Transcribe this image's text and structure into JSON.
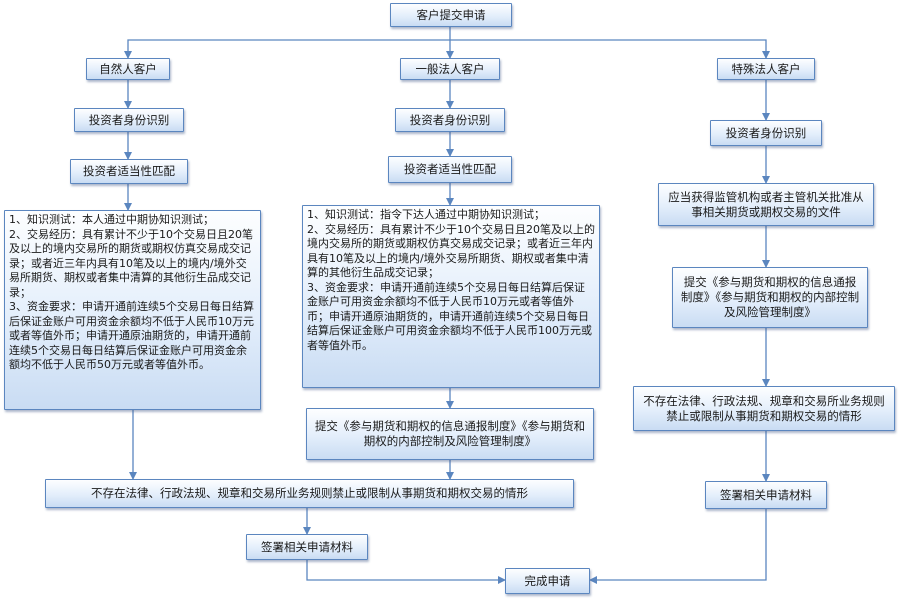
{
  "nodes": {
    "start": "客户提交申请",
    "natural": "自然人客户",
    "general": "一般法人客户",
    "special": "特殊法人客户",
    "nat_identify": "投资者身份识别",
    "gen_identify": "投资者身份识别",
    "spe_identify": "投资者身份识别",
    "nat_match": "投资者适当性匹配",
    "gen_match": "投资者适当性匹配",
    "spe_approval": "应当获得监管机构或者主管机关批准从事相关期货或期权交易的文件",
    "nat_requirements": "1、知识测试：本人通过中期协知识测试；\n2、交易经历：具有累计不少于10个交易日且20笔及以上的境内交易所的期货或期权仿真交易成交记录；或者近三年内具有10笔及以上的境内/境外交易所期货、期权或者集中清算的其他衍生品成交记录；\n3、资金要求：申请开通前连续5个交易日每日结算后保证金账户可用资金余额均不低于人民币10万元或者等值外币；申请开通原油期货的，申请开通前连续5个交易日每日结算后保证金账户可用资金余额均不低于人民币50万元或者等值外币。",
    "gen_requirements": "1、知识测试：指令下达人通过中期协知识测试；\n2、交易经历：具有累计不少于10个交易日且20笔及以上的境内交易所的期货或期权仿真交易成交记录；或者近三年内具有10笔及以上的境内/境外交易所期货、期权或者集中清算的其他衍生品成交记录；\n3、资金要求：申请开通前连续5个交易日每日结算后保证金账户可用资金余额均不低于人民币10万元或者等值外币；申请开通原油期货的，申请开通前连续5个交易日每日结算后保证金账户可用资金余额均不低于人民币100万元或者等值外币。",
    "gen_system": "提交《参与期货和期权的信息通报制度》《参与期货和期权的内部控制及风险管理制度》",
    "spe_system": "提交《参与期货和期权的信息通报制度》《参与期货和期权的内部控制及风险管理制度》",
    "common_no_prohibit": "不存在法律、行政法规、规章和交易所业务规则禁止或限制从事期货和期权交易的情形",
    "spe_no_prohibit": "不存在法律、行政法规、规章和交易所业务规则禁止或限制从事期货和期权交易的情形",
    "common_sign": "签署相关申请材料",
    "spe_sign": "签署相关申请材料",
    "finish": "完成申请"
  },
  "colors": {
    "border": "#5b86bf",
    "arrow": "#5b86bf",
    "fill_top": "#fdfeff",
    "fill_bottom": "#c9dcf3",
    "text": "#1a1a1a"
  }
}
